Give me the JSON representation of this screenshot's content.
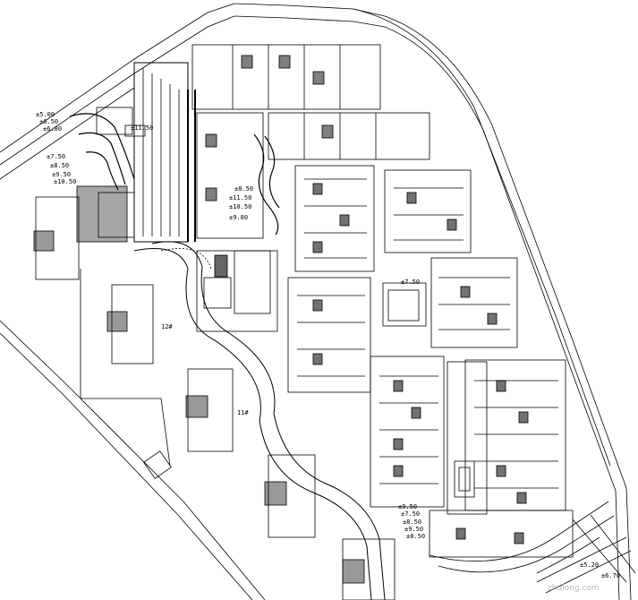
{
  "site_plan": {
    "elevation_labels_left": [
      "±5.00",
      "±6.50",
      "±6.80",
      "±7.50",
      "±8.50",
      "±9.50",
      "±10.50",
      "±11.50"
    ],
    "elevation_labels_mid": [
      "±8.50",
      "±11.50",
      "±10.50",
      "±9.80"
    ],
    "elevation_labels_bottom": [
      "±9.50",
      "±7.50",
      "±8.50",
      "±9.50",
      "±8.50"
    ],
    "elevation_labels_corner": [
      "±5.20",
      "±6.70"
    ],
    "center_label": "±7.50",
    "building_tags": [
      "12#",
      "11#"
    ]
  },
  "watermark": {
    "text": "zhulong.com",
    "color": "#b9b9b9"
  }
}
